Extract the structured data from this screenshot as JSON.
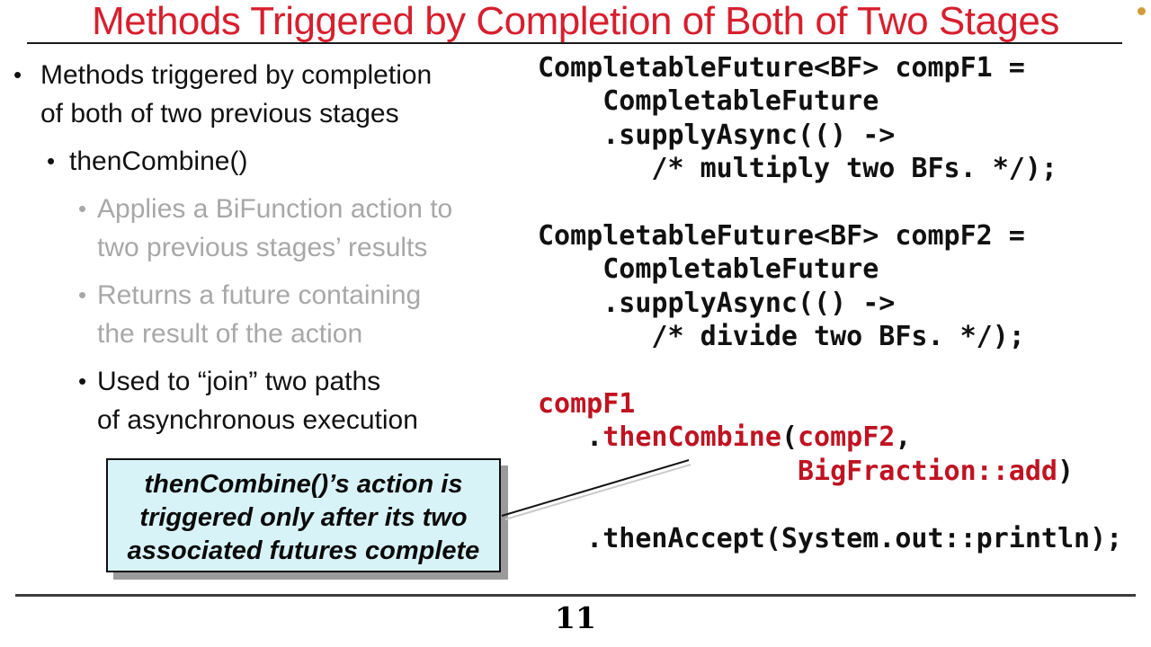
{
  "slide": {
    "title": "Methods Triggered by Completion of Both of Two Stages",
    "page_number": "11"
  },
  "colors": {
    "title_red": "#d71f2e",
    "code_red": "#c01322",
    "gray": "#a8a8a8",
    "callout_bg": "#d8f3f7",
    "dot_orange": "#d49a3a"
  },
  "bullets": [
    {
      "level": 1,
      "style": "black",
      "lines": [
        "Methods triggered by completion",
        "of both of two previous stages"
      ]
    },
    {
      "level": 2,
      "style": "black",
      "lines": [
        "thenCombine()"
      ]
    },
    {
      "level": 3,
      "style": "gray",
      "lines": [
        "Applies a BiFunction action to",
        "two previous stages’ results"
      ]
    },
    {
      "level": 3,
      "style": "gray",
      "lines": [
        "Returns a future containing",
        "the result of the action"
      ]
    },
    {
      "level": 3,
      "style": "black",
      "lines": [
        "Used to “join” two paths",
        "of asynchronous execution"
      ]
    }
  ],
  "callout": {
    "lines": [
      "thenCombine()’s action is",
      "triggered only after its two",
      "associated futures complete"
    ]
  },
  "code": {
    "lines": [
      [
        {
          "t": "CompletableFuture<BF> compF1 =",
          "c": "black"
        }
      ],
      [
        {
          "t": "    CompletableFuture",
          "c": "black"
        }
      ],
      [
        {
          "t": "    .supplyAsync(() ->",
          "c": "black"
        }
      ],
      [
        {
          "t": "       /* multiply two BFs. */);",
          "c": "black"
        }
      ],
      [],
      [
        {
          "t": "CompletableFuture<BF> compF2 =",
          "c": "black"
        }
      ],
      [
        {
          "t": "    CompletableFuture",
          "c": "black"
        }
      ],
      [
        {
          "t": "    .supplyAsync(() ->",
          "c": "black"
        }
      ],
      [
        {
          "t": "       /* divide two BFs. */);",
          "c": "black"
        }
      ],
      [],
      [
        {
          "t": "compF1",
          "c": "red"
        }
      ],
      [
        {
          "t": "   .",
          "c": "black"
        },
        {
          "t": "thenCombine",
          "c": "red"
        },
        {
          "t": "(",
          "c": "black"
        },
        {
          "t": "compF2",
          "c": "red"
        },
        {
          "t": ",",
          "c": "black"
        }
      ],
      [
        {
          "t": "                ",
          "c": "black"
        },
        {
          "t": "BigFraction::add",
          "c": "red"
        },
        {
          "t": ")",
          "c": "black"
        }
      ],
      [],
      [
        {
          "t": "   .thenAccept(System.out::println);",
          "c": "black"
        }
      ]
    ]
  }
}
